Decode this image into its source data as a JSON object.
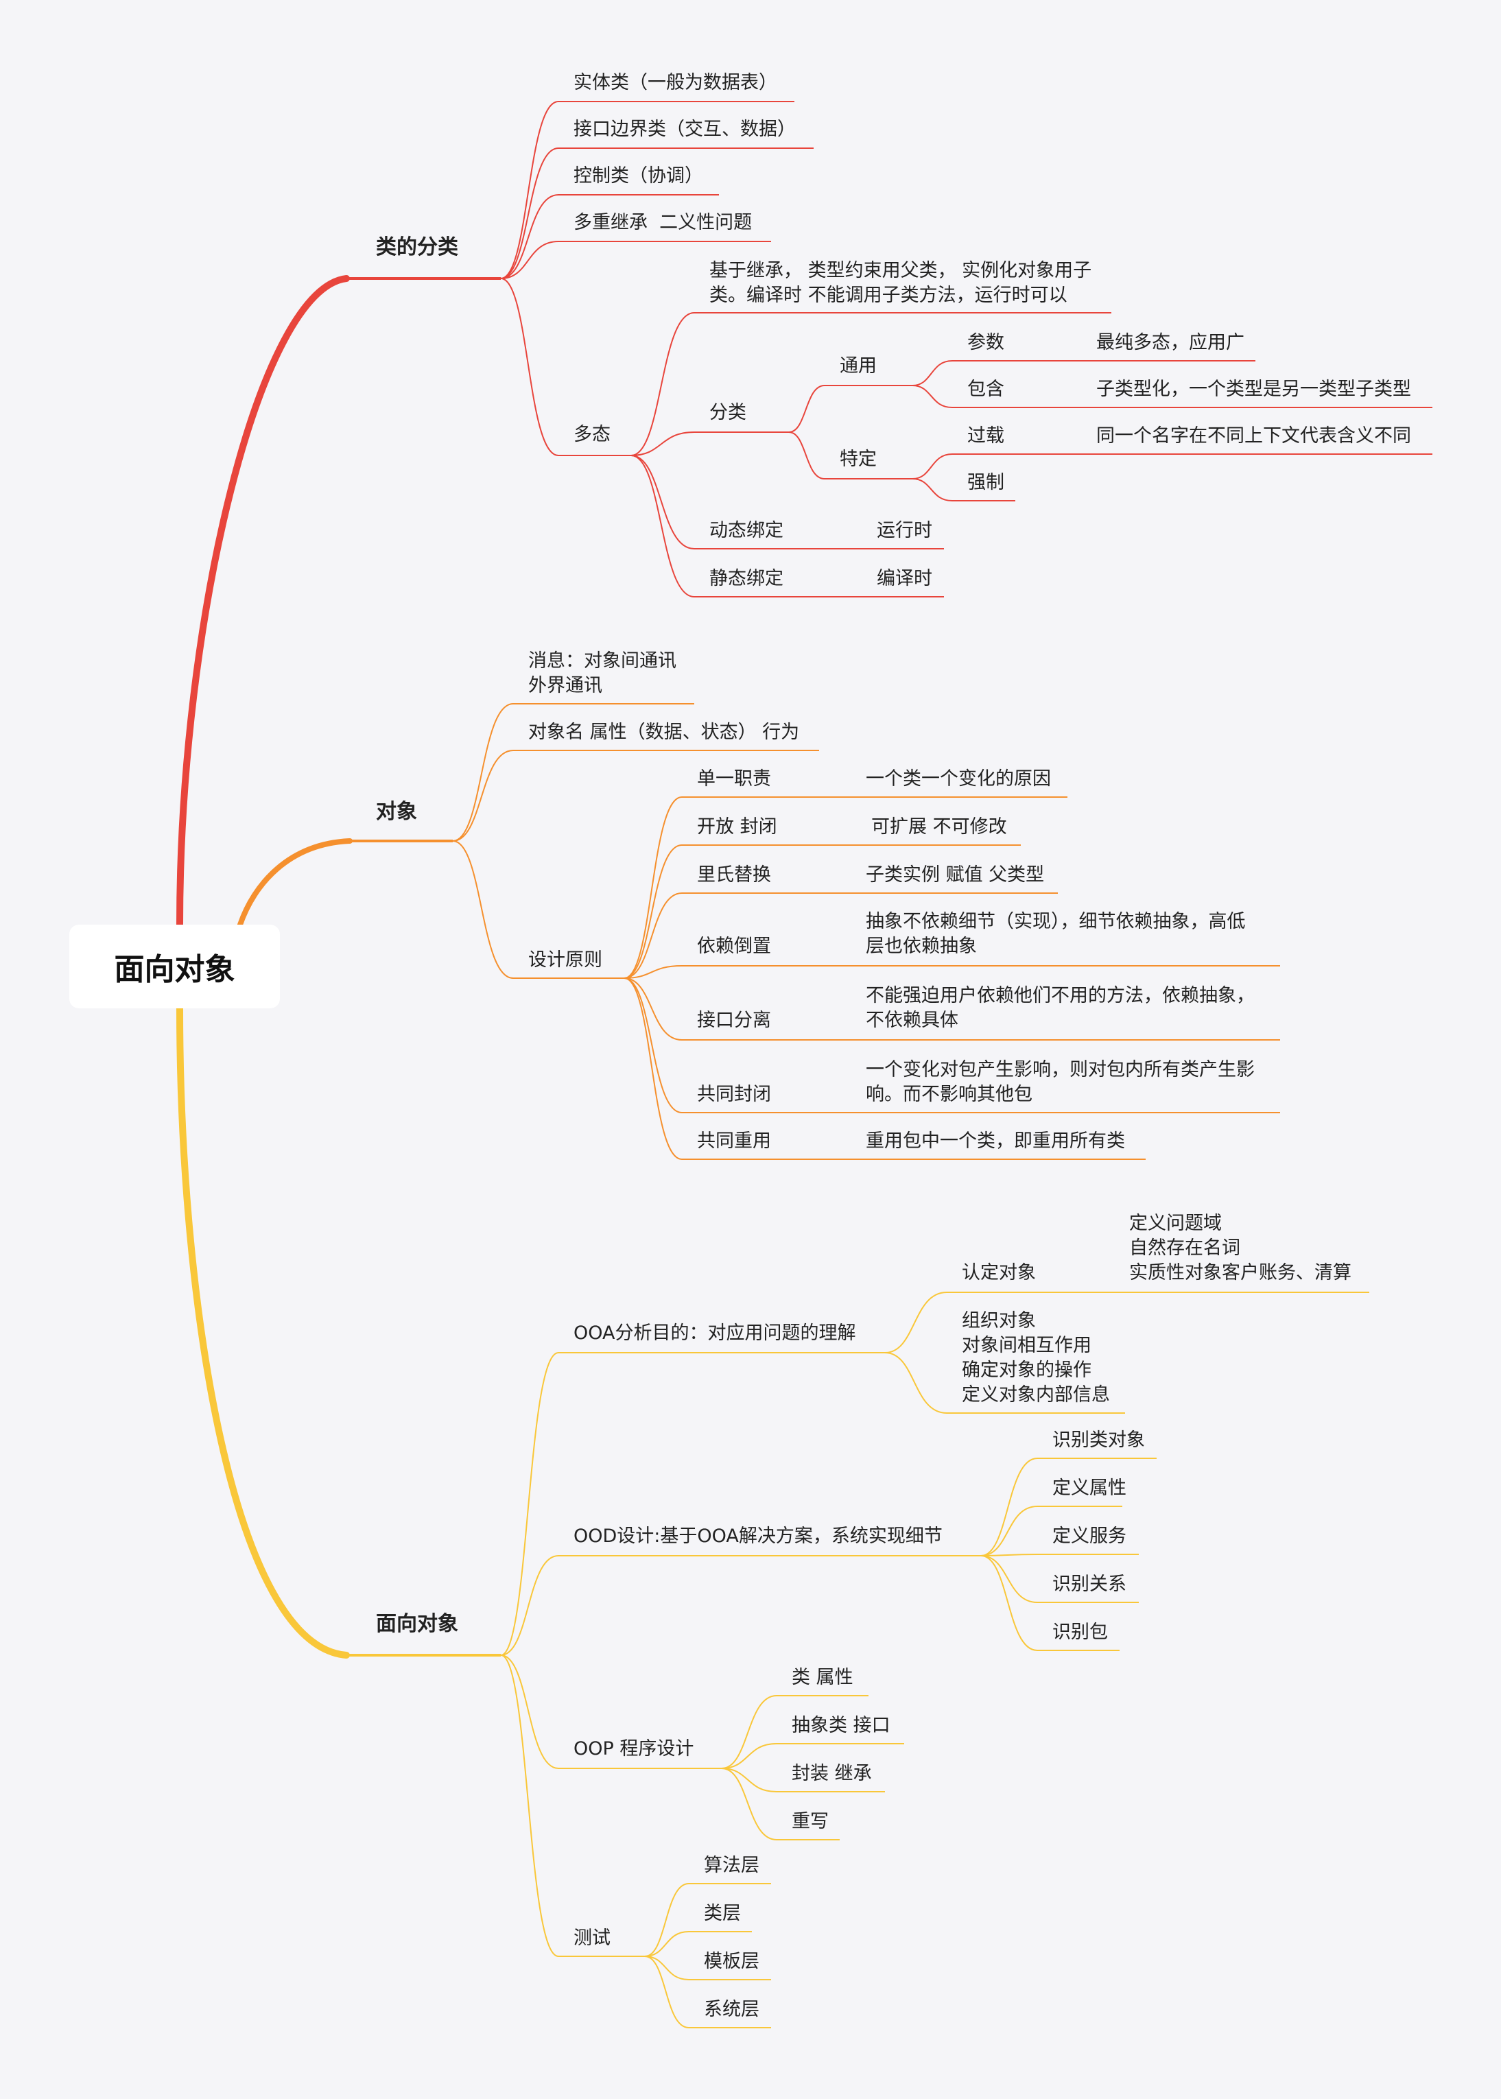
{
  "root": "面向对象",
  "colors": {
    "red": "#e8453c",
    "orange": "#f5902e",
    "yellow": "#f9c73a",
    "background": "#f5f5f8"
  },
  "branches": [
    {
      "text": "类的分类",
      "children": [
        {
          "text": "实体类（一般为数据表）"
        },
        {
          "text": "接口边界类（交互、数据）"
        },
        {
          "text": "控制类（协调）"
        },
        {
          "text": "多重继承  二义性问题"
        },
        {
          "text": "多态",
          "children": [
            {
              "text": "基于继承， 类型约束用父类， 实例化对象用子\n类。编译时 不能调用子类方法，运行时可以"
            },
            {
              "text": "分类",
              "children": [
                {
                  "text": "通用",
                  "children": [
                    {
                      "text": "参数",
                      "children": [
                        {
                          "text": "最纯多态，应用广"
                        }
                      ]
                    },
                    {
                      "text": "包含",
                      "children": [
                        {
                          "text": "子类型化，一个类型是另一类型子类型"
                        }
                      ]
                    }
                  ]
                },
                {
                  "text": "特定",
                  "children": [
                    {
                      "text": "过载",
                      "children": [
                        {
                          "text": "同一个名字在不同上下文代表含义不同"
                        }
                      ]
                    },
                    {
                      "text": "强制"
                    }
                  ]
                }
              ]
            },
            {
              "text": "动态绑定",
              "children": [
                {
                  "text": "运行时"
                }
              ]
            },
            {
              "text": "静态绑定",
              "children": [
                {
                  "text": "编译时"
                }
              ]
            }
          ]
        }
      ]
    },
    {
      "text": "对象",
      "children": [
        {
          "text": "消息：对象间通讯\n外界通讯"
        },
        {
          "text": "对象名 属性（数据、状态） 行为"
        },
        {
          "text": "设计原则",
          "children": [
            {
              "text": "单一职责",
              "children": [
                {
                  "text": "一个类一个变化的原因"
                }
              ]
            },
            {
              "text": "开放 封闭",
              "children": [
                {
                  "text": "可扩展 不可修改"
                }
              ]
            },
            {
              "text": "里氏替换",
              "children": [
                {
                  "text": "子类实例 赋值 父类型"
                }
              ]
            },
            {
              "text": "依赖倒置",
              "children": [
                {
                  "text": "抽象不依赖细节（实现），细节依赖抽象，高低\n层也依赖抽象"
                }
              ]
            },
            {
              "text": "接口分离",
              "children": [
                {
                  "text": "不能强迫用户依赖他们不用的方法，依赖抽象，\n不依赖具体"
                }
              ]
            },
            {
              "text": "共同封闭",
              "children": [
                {
                  "text": "一个变化对包产生影响，则对包内所有类产生影\n响。而不影响其他包"
                }
              ]
            },
            {
              "text": "共同重用",
              "children": [
                {
                  "text": "重用包中一个类，即重用所有类"
                }
              ]
            }
          ]
        }
      ]
    },
    {
      "text": "面向对象",
      "children": [
        {
          "text": "OOA分析目的：对应用问题的理解",
          "children": [
            {
              "text": "认定对象",
              "children": [
                {
                  "text": "定义问题域\n自然存在名词\n实质性对象客户账务、清算"
                }
              ]
            },
            {
              "text": "组织对象\n对象间相互作用\n确定对象的操作\n定义对象内部信息"
            }
          ]
        },
        {
          "text": "OOD设计:基于OOA解决方案，系统实现细节",
          "children": [
            {
              "text": "识别类对象"
            },
            {
              "text": "定义属性"
            },
            {
              "text": "定义服务"
            },
            {
              "text": "识别关系"
            },
            {
              "text": "识别包"
            }
          ]
        },
        {
          "text": "OOP 程序设计",
          "children": [
            {
              "text": "类 属性"
            },
            {
              "text": "抽象类 接口"
            },
            {
              "text": "封装 继承"
            },
            {
              "text": "重写"
            }
          ]
        },
        {
          "text": "测试",
          "children": [
            {
              "text": "算法层"
            },
            {
              "text": "类层"
            },
            {
              "text": "模板层"
            },
            {
              "text": "系统层"
            }
          ]
        }
      ]
    }
  ]
}
